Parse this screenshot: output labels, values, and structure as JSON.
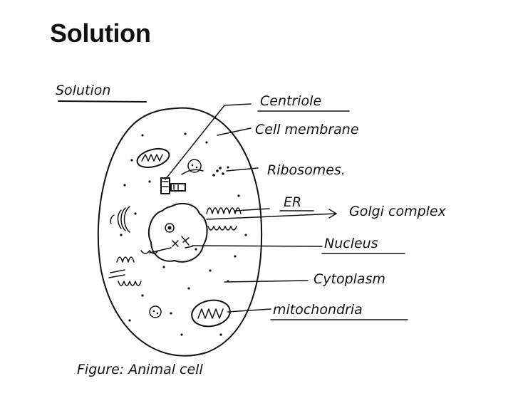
{
  "heading": "Solution",
  "handwritten_heading": "Solution",
  "caption": "Figure: Animal cell",
  "labels": {
    "centriole": "Centriole",
    "cell_membrane": "Cell membrane",
    "ribosomes": "Ribosomes.",
    "er": "ER",
    "golgi": "Golgi complex",
    "nucleus": "Nucleus",
    "cytoplasm": "Cytoplasm",
    "mitochondria": "mitochondria"
  }
}
